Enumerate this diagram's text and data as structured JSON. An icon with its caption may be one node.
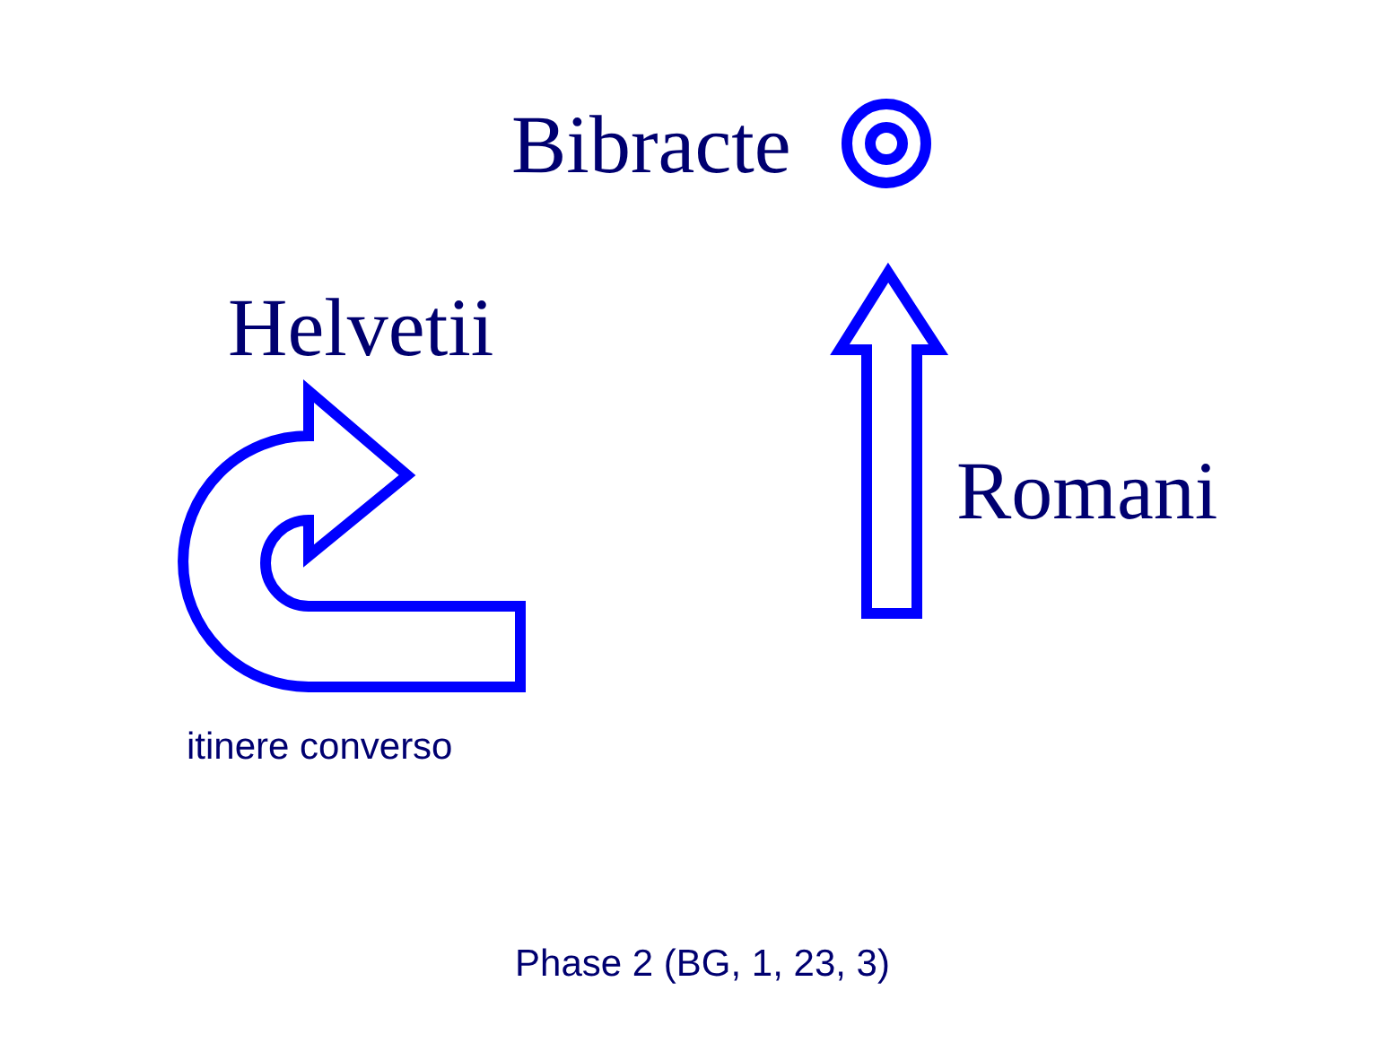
{
  "diagram": {
    "caption": "Phase 2 (BG, 1, 23, 3)",
    "labels": [
      "Bibracte",
      "Helvetii",
      "Romani",
      "itinere converso"
    ]
  }
}
